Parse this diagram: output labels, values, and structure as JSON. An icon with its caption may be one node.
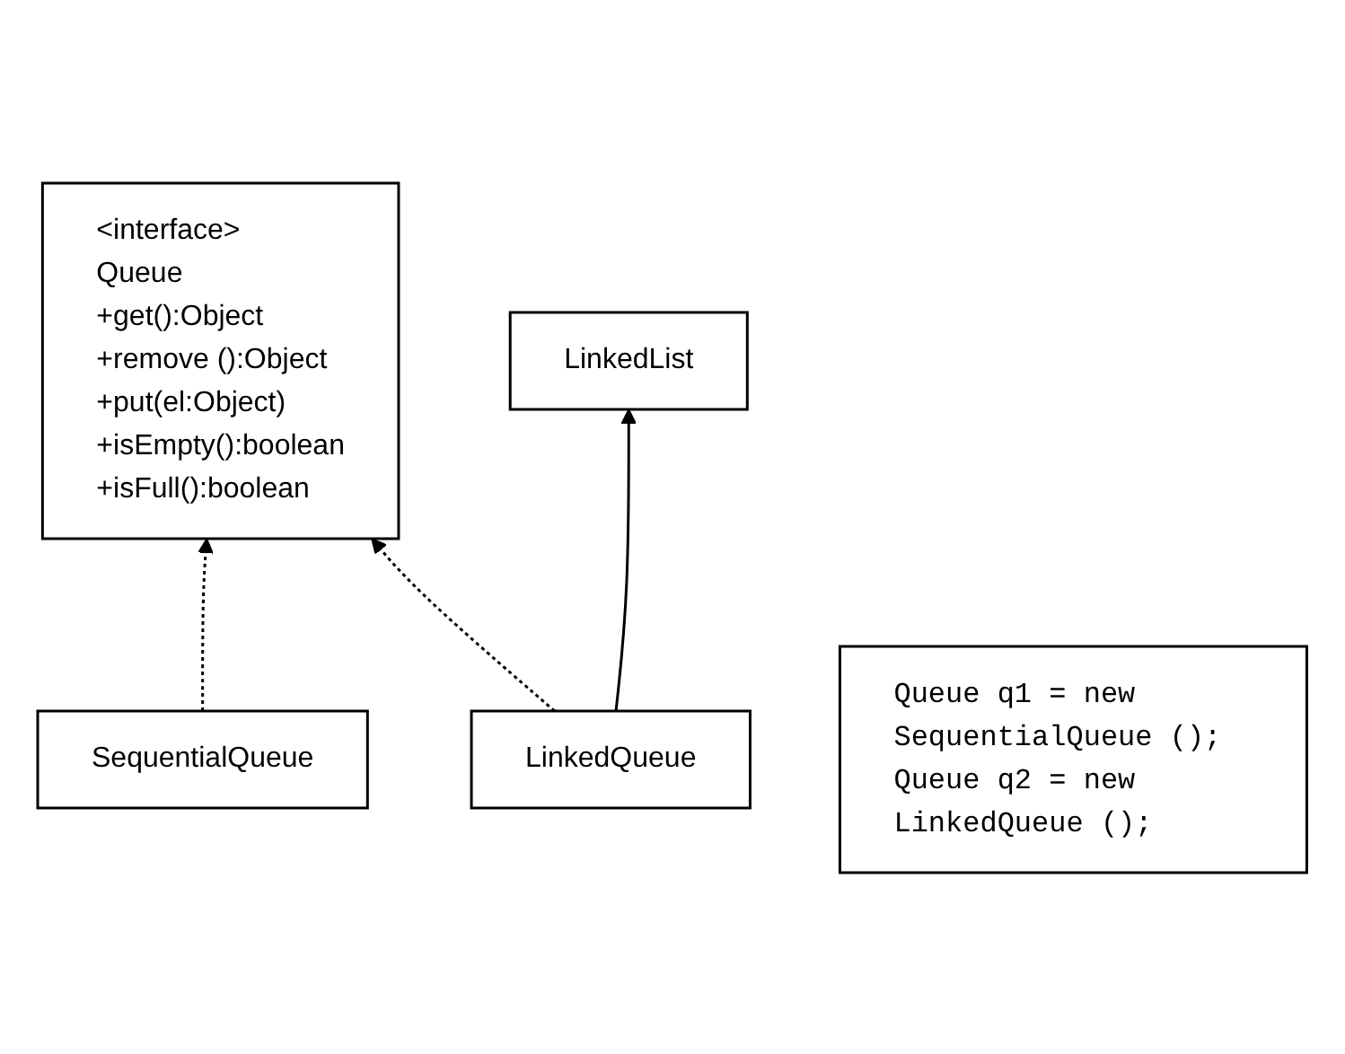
{
  "diagram": {
    "nodes": [
      {
        "text": [
          "<interface>",
          "Queue",
          "+get():Object",
          "+remove ():Object",
          "+put(el:Object)",
          "+isEmpty():boolean",
          "+isFull():boolean"
        ]
      },
      {
        "text": [
          "LinkedList"
        ]
      },
      {
        "text": [
          "SequentialQueue"
        ]
      },
      {
        "text": [
          "LinkedQueue"
        ]
      },
      {
        "text": [
          "Queue q1 = new SequentialQueue ();",
          "Queue q2 = new LinkedQueue ();"
        ]
      }
    ],
    "edges": [
      {
        "from": 2,
        "to": 0,
        "arrow": "to",
        "style": "dashed"
      },
      {
        "from": 3,
        "to": 0,
        "arrow": "to",
        "style": "dashed"
      },
      {
        "from": 3,
        "to": 1,
        "arrow": "to"
      }
    ]
  }
}
